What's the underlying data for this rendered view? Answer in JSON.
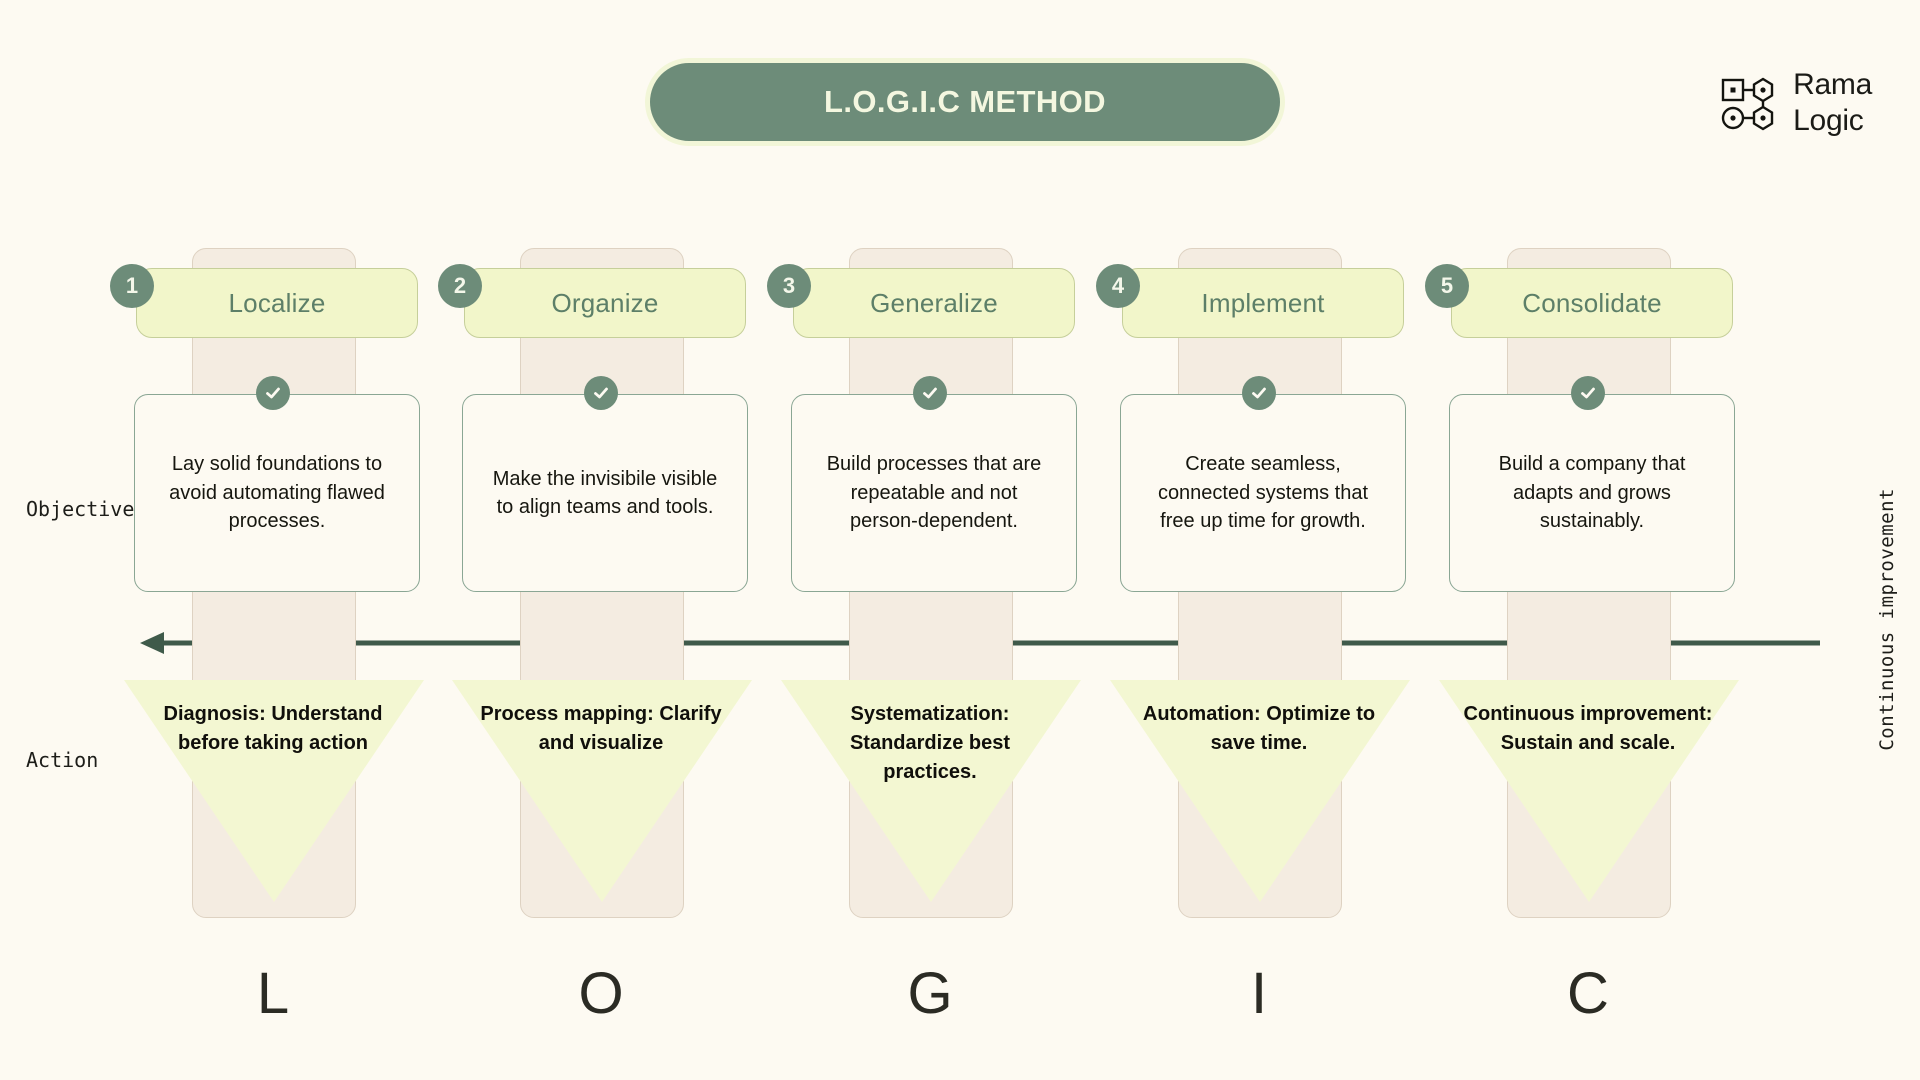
{
  "title": "L.O.G.I.C METHOD",
  "brand": {
    "line1": "Rama",
    "line2": "Logic"
  },
  "labels": {
    "objective": "Objective",
    "action": "Action",
    "continuous": "Continuous improvement"
  },
  "colors": {
    "background": "#fdfaf2",
    "green": "#6d8c79",
    "pale_yellow": "#f2f6ca",
    "funnel_yellow": "#f3f7d2",
    "band_beige": "#f4ece1",
    "card_border": "#8aa694",
    "title_text": "#f4f7e0"
  },
  "steps": [
    {
      "number": "1",
      "name": "Localize",
      "letter": "L",
      "objective": "Lay solid foundations to avoid automating flawed processes.",
      "action": "Diagnosis: Understand before taking action"
    },
    {
      "number": "2",
      "name": "Organize",
      "letter": "O",
      "objective": "Make the invisibile visible to align teams and tools.",
      "action": "Process mapping: Clarify and visualize"
    },
    {
      "number": "3",
      "name": "Generalize",
      "letter": "G",
      "objective": "Build processes that are repeatable and not person-dependent.",
      "action": "Systematization: Standardize best practices."
    },
    {
      "number": "4",
      "name": "Implement",
      "letter": "I",
      "objective": "Create seamless, connected systems that free up time for growth.",
      "action": "Automation: Optimize to save time."
    },
    {
      "number": "5",
      "name": "Consolidate",
      "letter": "C",
      "objective": "Build a company that adapts and grows sustainably.",
      "action": "Continuous improvement: Sustain and scale."
    }
  ]
}
